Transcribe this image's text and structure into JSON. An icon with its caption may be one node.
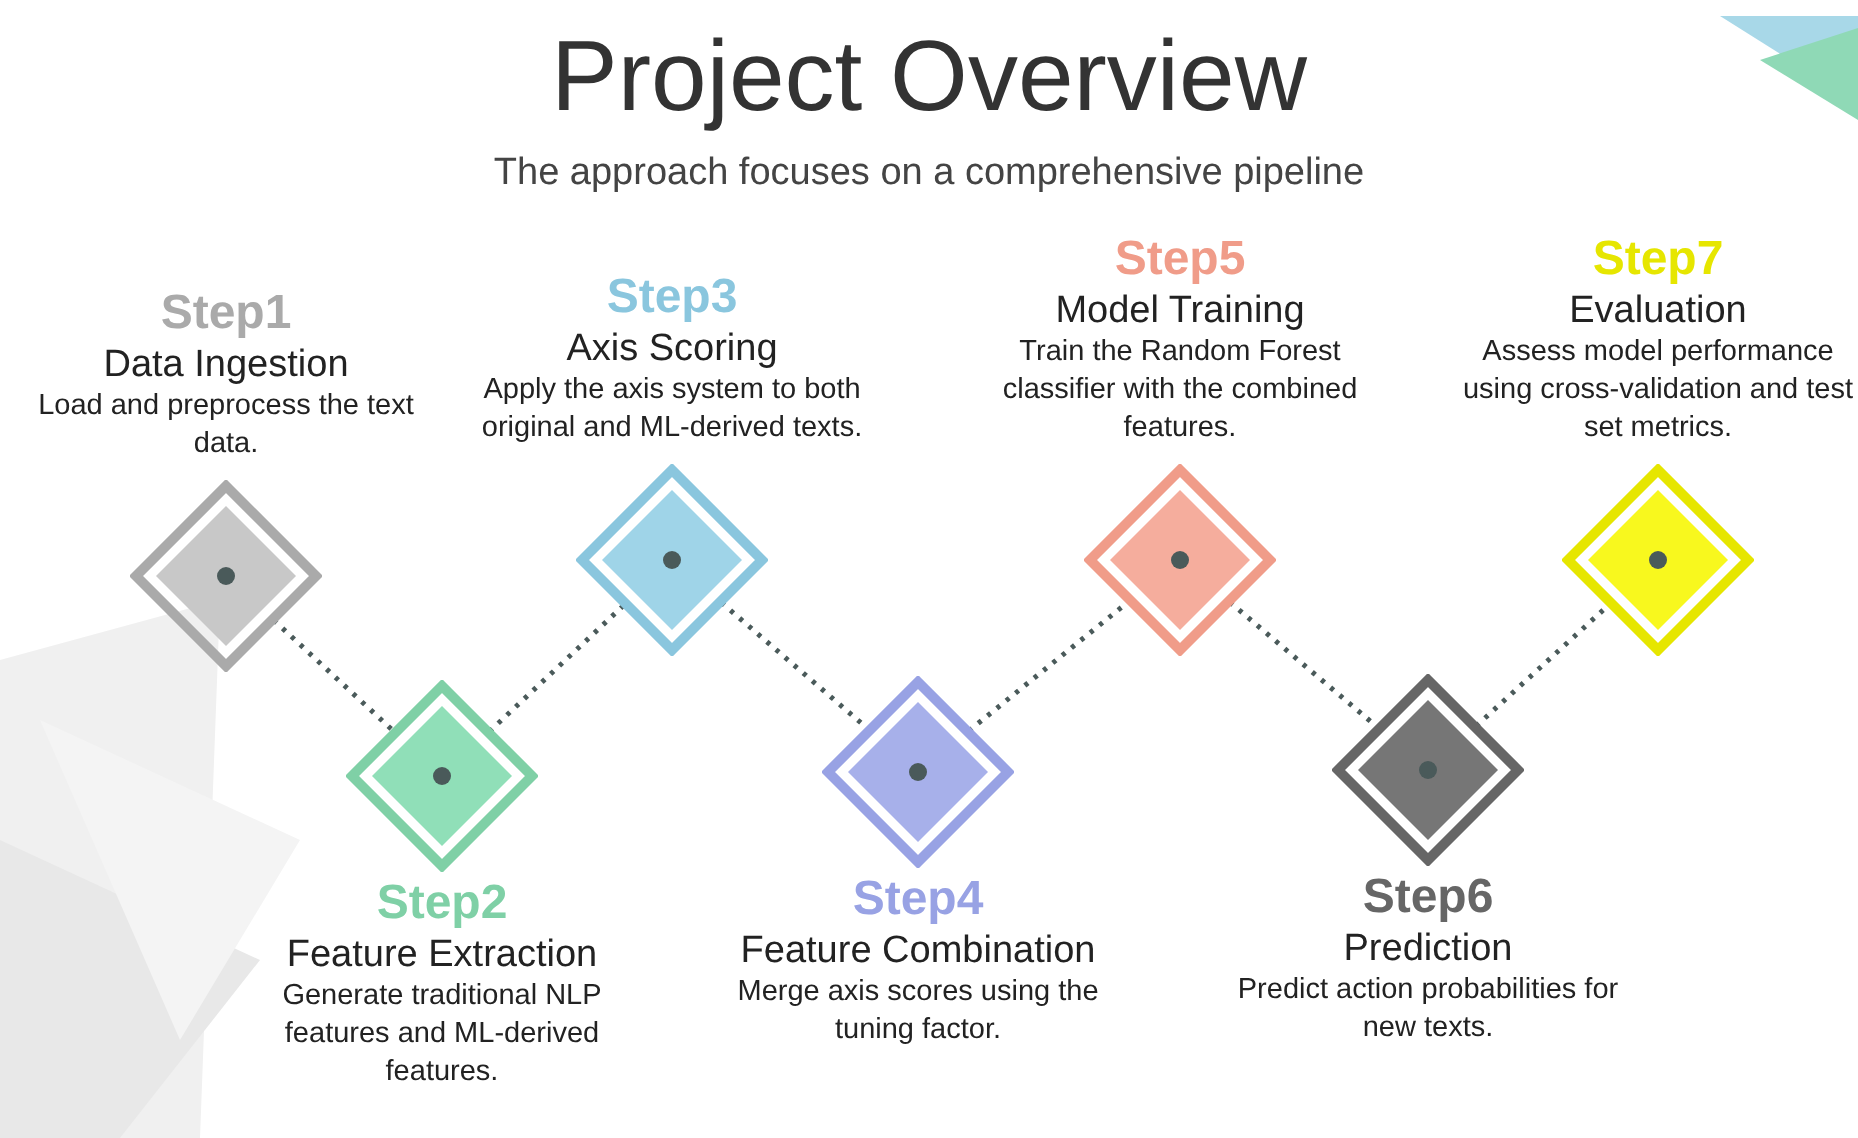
{
  "diagram": {
    "title": "Project Overview",
    "nodes": [
      {
        "text": [],
        "shape": "diamond",
        "beside": [
          "Step1",
          "Data Ingestion",
          "Load and preprocess the text data."
        ]
      },
      {
        "text": [],
        "shape": "diamond",
        "beside": [
          "Step2",
          "Feature Extraction",
          "Generate traditional NLP features and ML-derived features."
        ]
      },
      {
        "text": [],
        "shape": "diamond",
        "beside": [
          "Step3",
          "Axis Scoring",
          "Apply the axis system to both original and ML-derived texts."
        ]
      },
      {
        "text": [],
        "shape": "diamond",
        "beside": [
          "Step4",
          "Feature Combination",
          "Merge axis scores using the tuning factor."
        ]
      },
      {
        "text": [],
        "shape": "diamond",
        "beside": [
          "Step5",
          "Model Training",
          "Train the Random Forest classifier with the combined features."
        ]
      },
      {
        "text": [],
        "shape": "diamond",
        "beside": [
          "Step6",
          "Prediction",
          "Predict action probabilities for new texts."
        ]
      },
      {
        "text": [],
        "shape": "diamond",
        "beside": [
          "Step7",
          "Evaluation",
          "Assess model performance using cross-validation and test set metrics."
        ]
      }
    ],
    "edges": [
      {
        "from": 0,
        "to": 1,
        "arrow": "none",
        "style": "dashed"
      },
      {
        "from": 1,
        "to": 2,
        "arrow": "none",
        "style": "dashed"
      },
      {
        "from": 2,
        "to": 3,
        "arrow": "none",
        "style": "dashed"
      },
      {
        "from": 3,
        "to": 4,
        "arrow": "none",
        "style": "dashed"
      },
      {
        "from": 4,
        "to": 5,
        "arrow": "none",
        "style": "dashed"
      },
      {
        "from": 5,
        "to": 6,
        "arrow": "none",
        "style": "dashed"
      }
    ],
    "labels": [
      "The approach focuses on a comprehensive pipeline"
    ]
  }
}
